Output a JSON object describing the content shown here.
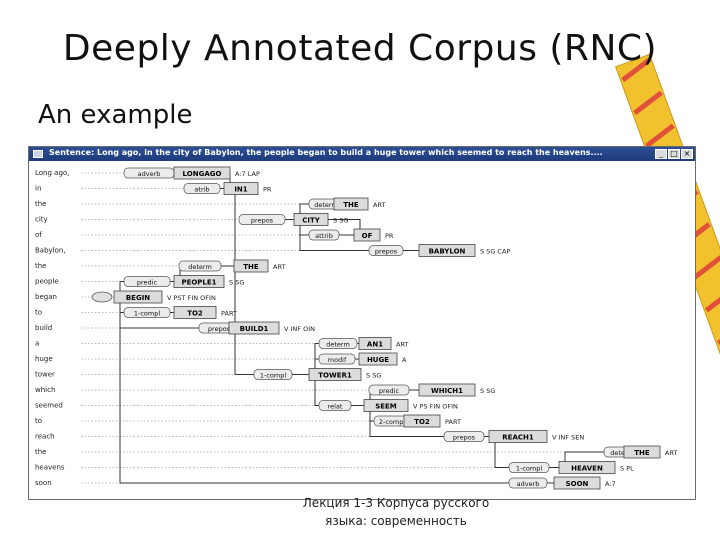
{
  "slide": {
    "title": "Deeply Annotated Corpus (RNC)",
    "subtitle": "An example",
    "footer_line1": "Лекция 1-3 Корпуса русского",
    "footer_line2": "языка: современность"
  },
  "window": {
    "title": "Sentence: Long ago, in the city of Babylon, the people began to build a huge tower which seemed to reach the heavens....",
    "minimize_label": "_",
    "maximize_label": "□",
    "close_label": "×"
  },
  "words": [
    "Long ago,",
    "in",
    "the",
    "city",
    "of",
    "Babylon,",
    "the",
    "people",
    "began",
    "to",
    "build",
    "a",
    "huge",
    "tower",
    "which",
    "seemed",
    "to",
    "reach",
    "the",
    "heavens",
    "soon"
  ],
  "nodes": [
    {
      "word": "LONGAGO",
      "tag": "A:7 LAP"
    },
    {
      "word": "IN1",
      "tag": "PR"
    },
    {
      "word": "THE",
      "tag": "ART"
    },
    {
      "word": "CITY",
      "tag": "S SG"
    },
    {
      "word": "OF",
      "tag": "PR"
    },
    {
      "word": "BABYLON",
      "tag": "S SG CAP"
    },
    {
      "word": "THE",
      "tag": "ART"
    },
    {
      "word": "PEOPLE1",
      "tag": "S SG"
    },
    {
      "word": "BEGIN",
      "tag": "V PST FIN OFIN"
    },
    {
      "word": "TO2",
      "tag": "PART"
    },
    {
      "word": "BUILD1",
      "tag": "V INF OIN"
    },
    {
      "word": "AN1",
      "tag": "ART"
    },
    {
      "word": "HUGE",
      "tag": "A"
    },
    {
      "word": "TOWER1",
      "tag": "S SG"
    },
    {
      "word": "WHICH1",
      "tag": "S SG"
    },
    {
      "word": "SEEM",
      "tag": "V PS FIN OFIN"
    },
    {
      "word": "TO2",
      "tag": "PART"
    },
    {
      "word": "REACH1",
      "tag": "V INF SEN"
    },
    {
      "word": "THE",
      "tag": "ART"
    },
    {
      "word": "HEAVEN",
      "tag": "S PL"
    },
    {
      "word": "SOON",
      "tag": "A:7"
    }
  ],
  "relations": [
    "adverb",
    "atrib",
    "determ",
    "prepos",
    "attrib",
    "prepos",
    "determ",
    "predic",
    "",
    "1-compl",
    "prepos",
    "determ",
    "modif",
    "1-compl",
    "predic",
    "relat",
    "2-compl",
    "prepos",
    "determ",
    "1-compl",
    "adverb"
  ],
  "colors": {
    "titlebar": "#1e3b7c",
    "node_fill": "#dcdcdc",
    "link_fill": "#ececec",
    "line": "#333333",
    "pencil_body": "#f2c12e",
    "pencil_stripe": "#e0503a"
  }
}
